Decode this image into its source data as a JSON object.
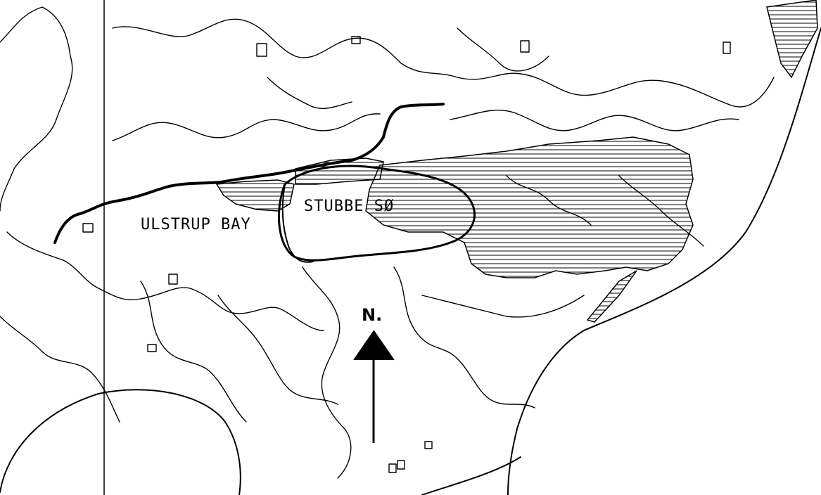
{
  "map": {
    "labels": {
      "lake": "STUBBE SØ",
      "bay": "ULSTRUP BAY",
      "north": "N."
    },
    "legend_colors": {
      "ink": "#000000",
      "paper": "#ffffff"
    },
    "features": [
      "lake-outline",
      "river-thick",
      "hatched-wetland-east",
      "hatched-wetland-north",
      "hatched-ulstrup-bay",
      "coastline-east",
      "grid-line-vertical",
      "north-arrow-icon"
    ]
  }
}
